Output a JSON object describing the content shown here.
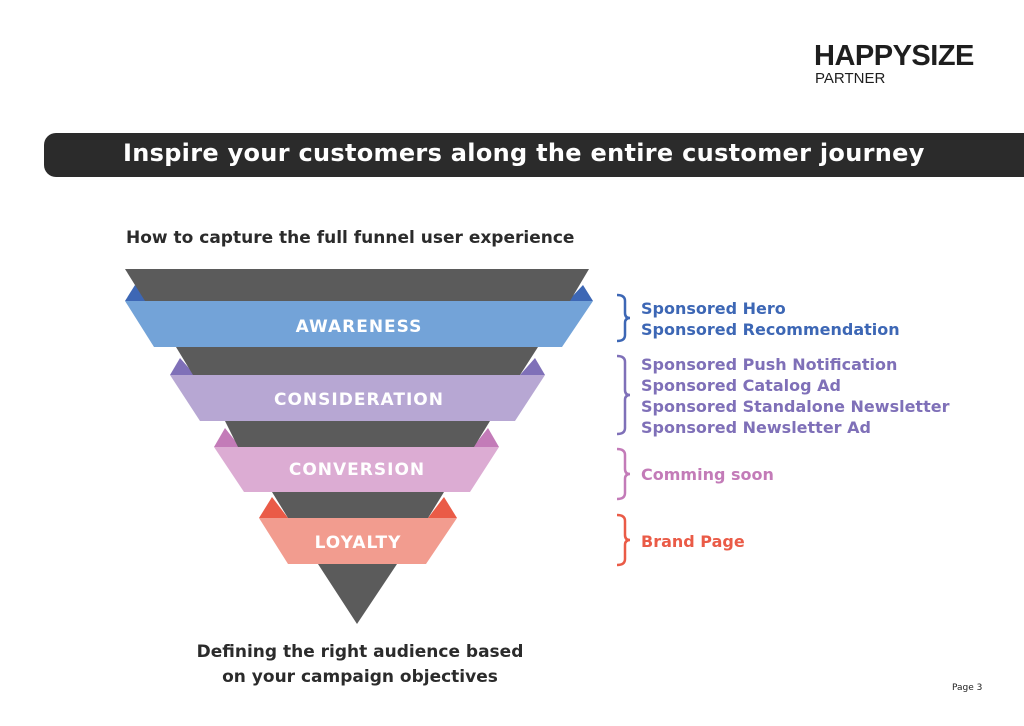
{
  "logo": {
    "name": "HAPPYSIZE",
    "sub": "PARTNER"
  },
  "banner_title": "Inspire your customers along the entire customer journey",
  "subtitle": "How to capture the full funnel user experience",
  "stages": [
    {
      "label": "AWARENESS",
      "color": "#73a3d8",
      "accent": "#3d67b5"
    },
    {
      "label": "CONSIDERATION",
      "color": "#b7a7d3",
      "accent": "#7f70b8"
    },
    {
      "label": "CONVERSION",
      "color": "#dcacd3",
      "accent": "#c37bb8"
    },
    {
      "label": "LOYALTY",
      "color": "#f29c8f",
      "accent": "#ea5b47"
    }
  ],
  "products": [
    {
      "color": "#3d67b5",
      "items": [
        "Sponsored Hero",
        "Sponsored Recommendation"
      ]
    },
    {
      "color": "#7f70b8",
      "items": [
        "Sponsored Push Notification",
        "Sponsored Catalog Ad",
        "Sponsored Standalone Newsletter",
        "Sponsored Newsletter Ad"
      ]
    },
    {
      "color": "#c37bb8",
      "items": [
        "Comming soon"
      ]
    },
    {
      "color": "#ea5b47",
      "items": [
        "Brand Page"
      ]
    }
  ],
  "footer": [
    "Defining the right audience based",
    "on your campaign objectives"
  ],
  "page_label": "Page 3"
}
